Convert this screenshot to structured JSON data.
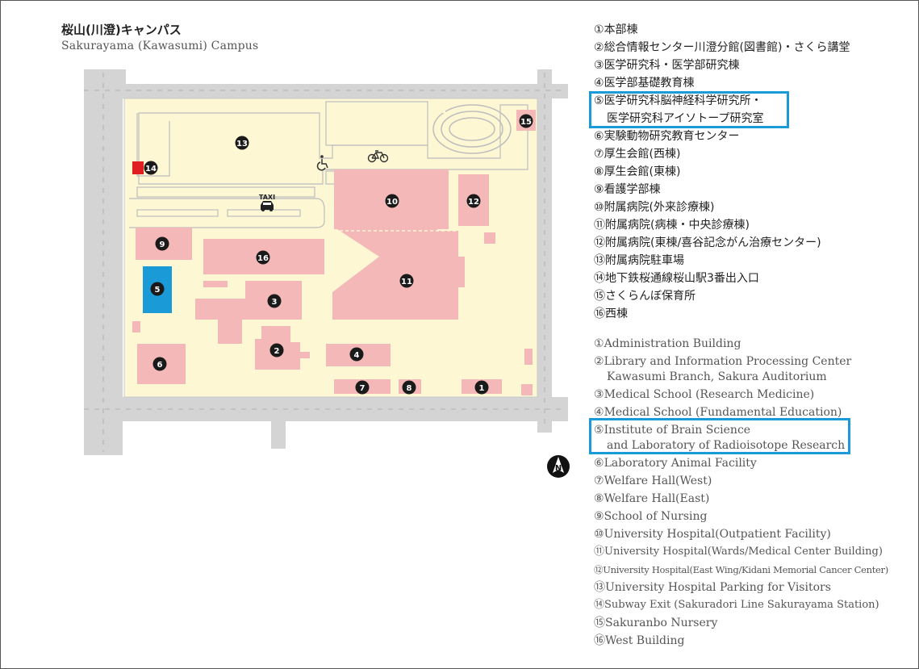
{
  "title": {
    "jp": "桜山(川澄)キャンパス",
    "en": "Sakurayama (Kawasumi) Campus"
  },
  "map": {
    "labels": {
      "taxi": "TAXI",
      "north": "N"
    },
    "markers": [
      "1",
      "2",
      "3",
      "4",
      "5",
      "6",
      "7",
      "8",
      "9",
      "10",
      "11",
      "12",
      "13",
      "14",
      "15",
      "16"
    ],
    "colors": {
      "building": "#f4b8b8",
      "campus": "#fdf7d4",
      "road": "#d4d4d4",
      "highlight_building": "#1a9ad6",
      "subway_exit": "#e02020",
      "highlight_border": "#1a9ad6"
    }
  },
  "legend_jp": [
    {
      "num": "①",
      "text": "本部棟"
    },
    {
      "num": "②",
      "text": "総合情報センター川澄分館(図書館)・さくら講堂"
    },
    {
      "num": "③",
      "text": "医学研究科・医学部研究棟"
    },
    {
      "num": "④",
      "text": "医学部基礎教育棟"
    },
    {
      "num": "⑤",
      "text": "医学研究科脳神経科学研究所・",
      "text2": "医学研究科アイソトープ研究室"
    },
    {
      "num": "⑥",
      "text": "実験動物研究教育センター"
    },
    {
      "num": "⑦",
      "text": "厚生会館(西棟)"
    },
    {
      "num": "⑧",
      "text": "厚生会館(東棟)"
    },
    {
      "num": "⑨",
      "text": "看護学部棟"
    },
    {
      "num": "⑩",
      "text": "附属病院(外来診療棟)"
    },
    {
      "num": "⑪",
      "text": "附属病院(病棟・中央診療棟)"
    },
    {
      "num": "⑫",
      "text": "附属病院(東棟/喜谷記念がん治療センター)"
    },
    {
      "num": "⑬",
      "text": "附属病院駐車場"
    },
    {
      "num": "⑭",
      "text": "地下鉄桜通線桜山駅3番出入口"
    },
    {
      "num": "⑮",
      "text": "さくらんぼ保育所"
    },
    {
      "num": "⑯",
      "text": "西棟"
    }
  ],
  "legend_en": [
    {
      "num": "①",
      "text": "Administration Building"
    },
    {
      "num": "②",
      "text": "Library and Information Processing Center",
      "text2": "Kawasumi Branch, Sakura Auditorium"
    },
    {
      "num": "③",
      "text": "Medical School (Research Medicine)"
    },
    {
      "num": "④",
      "text": "Medical School (Fundamental Education)"
    },
    {
      "num": "⑤",
      "text": "Institute of Brain Science",
      "text2": "and Laboratory of Radioisotope Research"
    },
    {
      "num": "⑥",
      "text": "Laboratory Animal Facility"
    },
    {
      "num": "⑦",
      "text": "Welfare Hall(West)"
    },
    {
      "num": "⑧",
      "text": "Welfare Hall(East)"
    },
    {
      "num": "⑨",
      "text": "School of Nursing"
    },
    {
      "num": "⑩",
      "text": "University Hospital(Outpatient Facility)"
    },
    {
      "num": "⑪",
      "text": "University Hospital(Wards/Medical Center Building)"
    },
    {
      "num": "⑫",
      "text": "University Hospital(East Wing/Kidani Memorial Cancer Center)"
    },
    {
      "num": "⑬",
      "text": "University Hospital Parking for Visitors"
    },
    {
      "num": "⑭",
      "text": "Subway Exit (Sakuradori Line Sakurayama Station)"
    },
    {
      "num": "⑮",
      "text": "Sakuranbo Nursery"
    },
    {
      "num": "⑯",
      "text": "West Building"
    }
  ]
}
